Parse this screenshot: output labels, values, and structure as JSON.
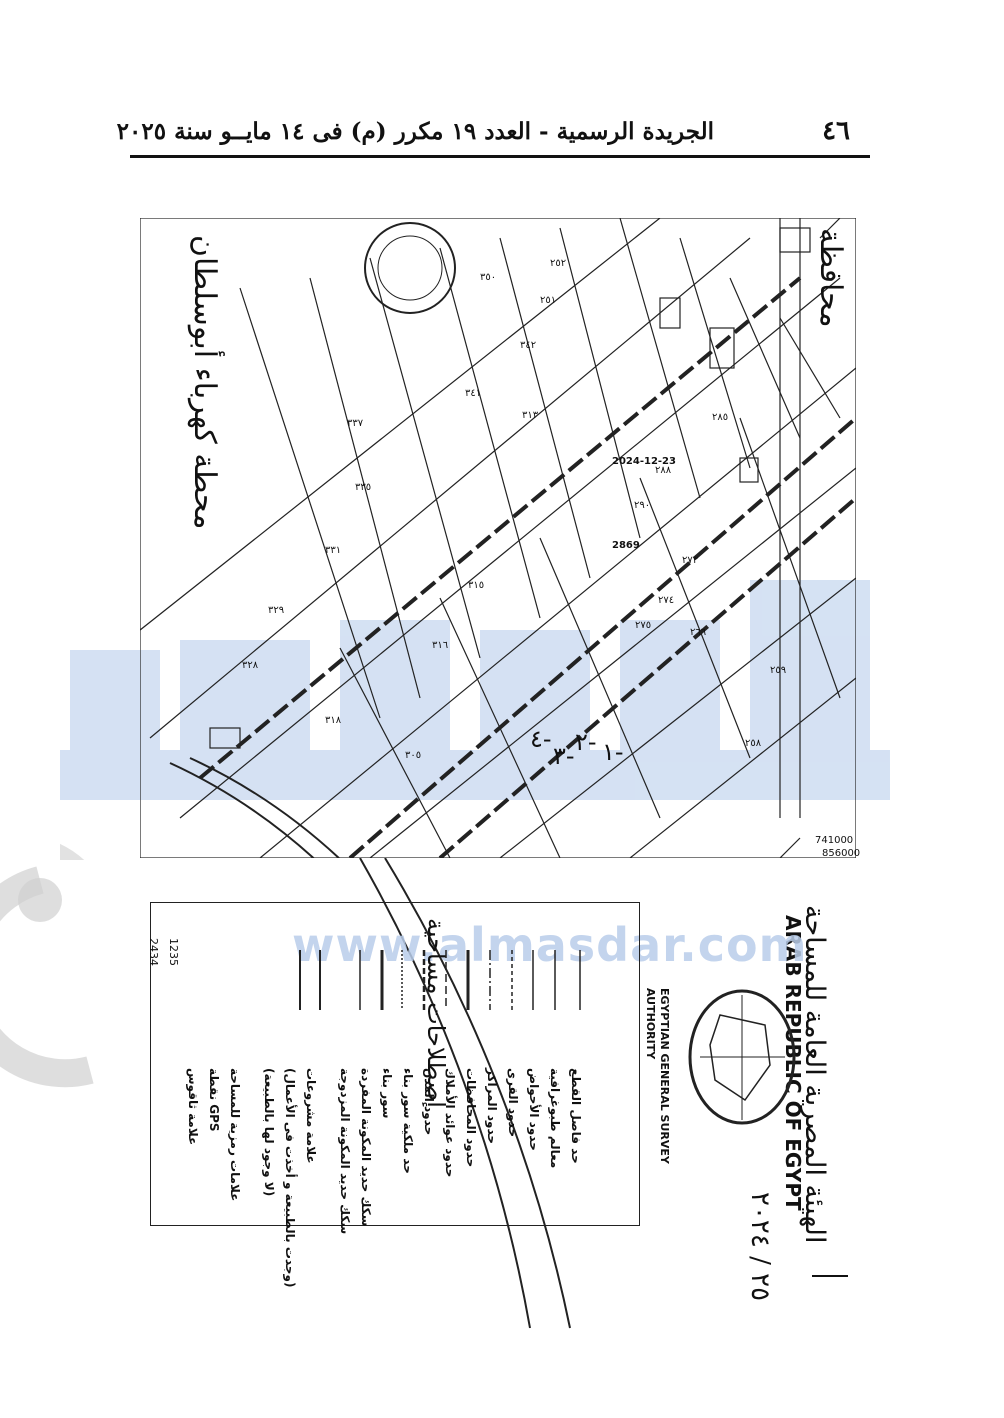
{
  "header": {
    "page_number": "٤٦",
    "title": "الجريدة الرسمية - العدد ١٩ مكرر (م) فى ١٤ مايــو سنة ٢٠٢٥"
  },
  "watermark": {
    "url": "www.almasdar.com"
  },
  "authority": {
    "name_ar": "الهيئة المصرية العامة للمساحة",
    "name_en": "ARAB REPUBLIC OF EGYPT",
    "dept_line1": "EGYPTIAN GENERAL SURVEY",
    "dept_line2": "AUTHORITY"
  },
  "map": {
    "governorate_label": "محافظة",
    "station_label": "محطة كهرباء أبوسلطان",
    "coord_x": "741000",
    "coord_y": "856000",
    "date_note": "2024-12-23",
    "number_note": "2869",
    "parcels": [
      "٢٥٨",
      "٢٥٩",
      "٢٦٦",
      "٢٧٣",
      "٢٧٤",
      "٢٧٥",
      "٢٨٥",
      "٢٨٨",
      "٢٩٠",
      "٣٠٥",
      "٣١٣",
      "٣١٥",
      "٣١٦",
      "٣١٨",
      "٣٢٨",
      "٣٢٩",
      "٣٣١",
      "٣٣٥",
      "٣٣٧",
      "٣٤١",
      "٣٤٢",
      "٣٥٠",
      "٢٥١",
      "٢٥٢"
    ],
    "sections": [
      "١-",
      "٢-",
      "٣-",
      "٤-"
    ]
  },
  "legend": {
    "title": "إصطلاحات مساحية",
    "items": [
      "حد فاصل القطع",
      "معالم طبوغرافية",
      "حدود الأحواض",
      "حدود القرى",
      "حدود المراكز",
      "حدود المحافظات",
      "حدود عوائد الأملاك",
      "حدود المدن",
      "حد ملكية سور بناء",
      "سور بناء",
      "سكك حديد المكونة المفردة",
      "سكك حديد المكونة المزدوجة",
      "علامة مشروعات",
      "(وجدت بالطبيعة و أخذت فى الأعمال)",
      "(لا وجود لها بالطبيعة)",
      "علامات رمزية للمساحة",
      "نقطة GPS",
      "علامة ثاقوس"
    ],
    "codes": [
      "1235",
      "2434"
    ]
  },
  "annotation": {
    "handwritten": "٢٥ / ٢٠٢٤"
  }
}
